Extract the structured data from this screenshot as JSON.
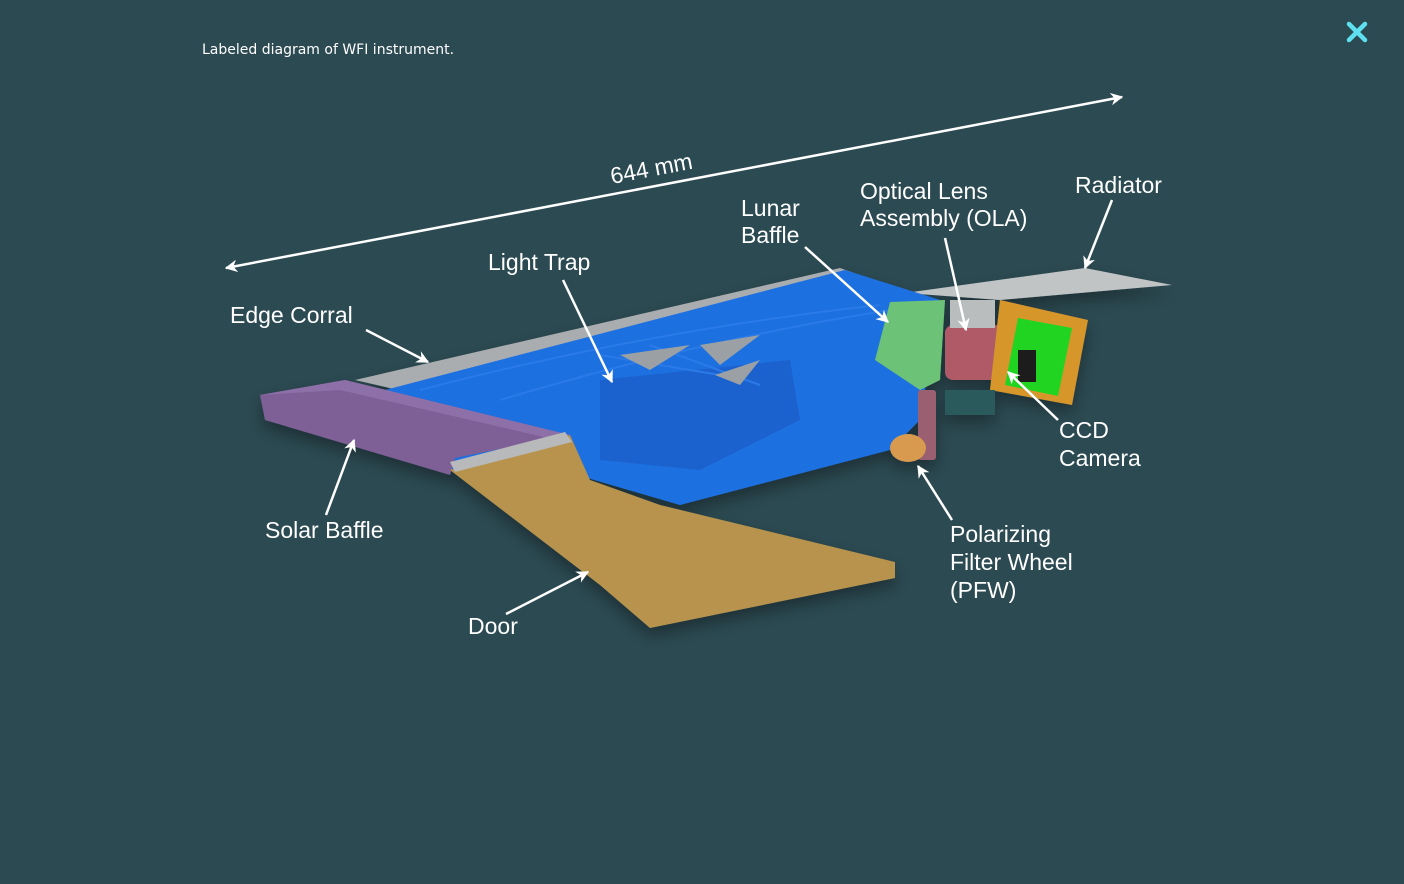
{
  "caption": "Labeled diagram of WFI instrument.",
  "close_icon": "close-icon",
  "colors": {
    "background": "#2c4a52",
    "close": "#5de0f0",
    "light_trap": "#1f6fe0",
    "solar_baffle": "#7e5f96",
    "door": "#b8934e",
    "lunar_baffle": "#6cc277",
    "camera_board": "#21d421",
    "camera_frame": "#d6962c",
    "radiator": "#bfc3c4"
  },
  "dimension": {
    "label": "644 mm"
  },
  "labels": {
    "edge_corral": "Edge Corral",
    "light_trap": "Light Trap",
    "lunar_baffle_1": "Lunar",
    "lunar_baffle_2": "Baffle",
    "ola_1": "Optical Lens",
    "ola_2": "Assembly (OLA)",
    "radiator": "Radiator",
    "ccd_1": "CCD",
    "ccd_2": "Camera",
    "pfw_1": "Polarizing",
    "pfw_2": "Filter Wheel",
    "pfw_3": "(PFW)",
    "solar_baffle": "Solar Baffle",
    "door": "Door"
  }
}
